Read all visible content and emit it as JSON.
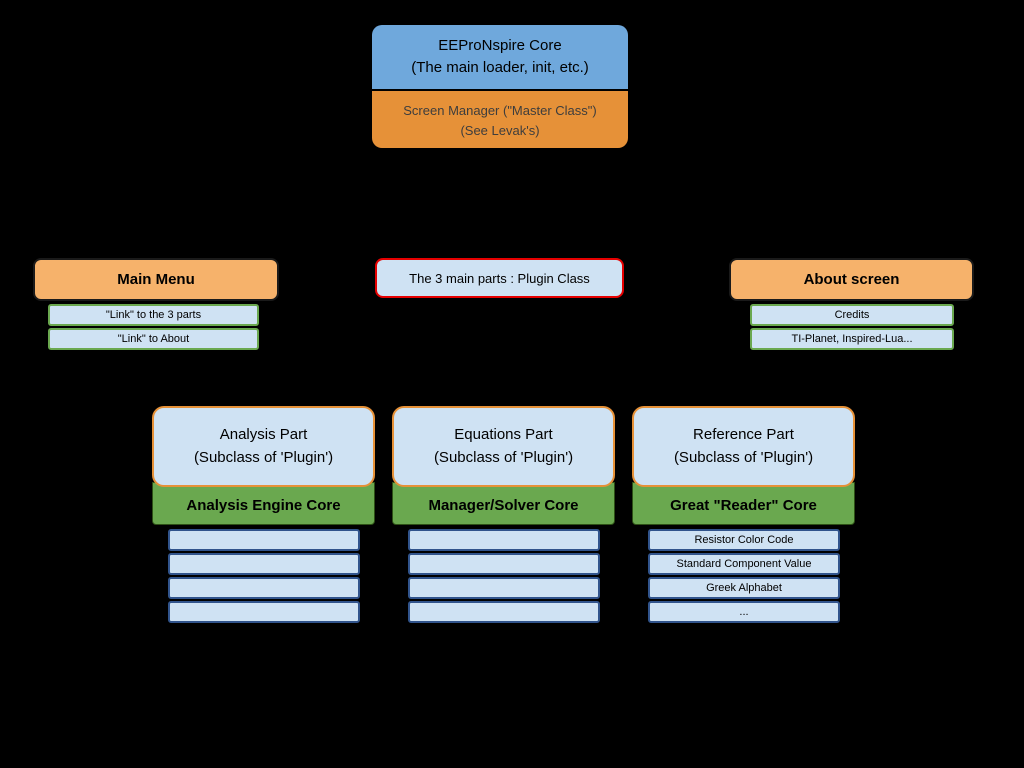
{
  "colors": {
    "background": "#000000",
    "core_header_fill": "#6fa8dc",
    "orange_fill": "#e69138",
    "light_orange_fill": "#f6b26b",
    "light_blue_fill": "#cfe2f3",
    "green_fill": "#6aa84f",
    "red_border": "#e60000",
    "blue_row_border": "#31548c"
  },
  "core": {
    "header_line1": "EEProNspire Core",
    "header_line2": "(The main loader, init, etc.)",
    "sub_line1": "Screen Manager (\"Master Class\")",
    "sub_line2": "(See Levak's)"
  },
  "main_menu": {
    "title": "Main Menu",
    "items": [
      "\"Link\" to the 3 parts",
      "\"Link\" to About"
    ]
  },
  "plugin_class": {
    "label": "The 3 main parts : Plugin Class"
  },
  "about": {
    "title": "About screen",
    "items": [
      "Credits",
      "TI-Planet, Inspired-Lua..."
    ]
  },
  "parts": [
    {
      "title_line1": "Analysis Part",
      "title_line2": "(Subclass of 'Plugin')",
      "core": "Analysis Engine Core",
      "items": [
        "",
        "",
        "",
        ""
      ]
    },
    {
      "title_line1": "Equations Part",
      "title_line2": "(Subclass of 'Plugin')",
      "core": "Manager/Solver Core",
      "items": [
        "",
        "",
        "",
        ""
      ]
    },
    {
      "title_line1": "Reference Part",
      "title_line2": "(Subclass of 'Plugin')",
      "core": "Great \"Reader\" Core",
      "items": [
        "Resistor Color Code",
        "Standard Component Value",
        "Greek Alphabet",
        "..."
      ]
    }
  ]
}
